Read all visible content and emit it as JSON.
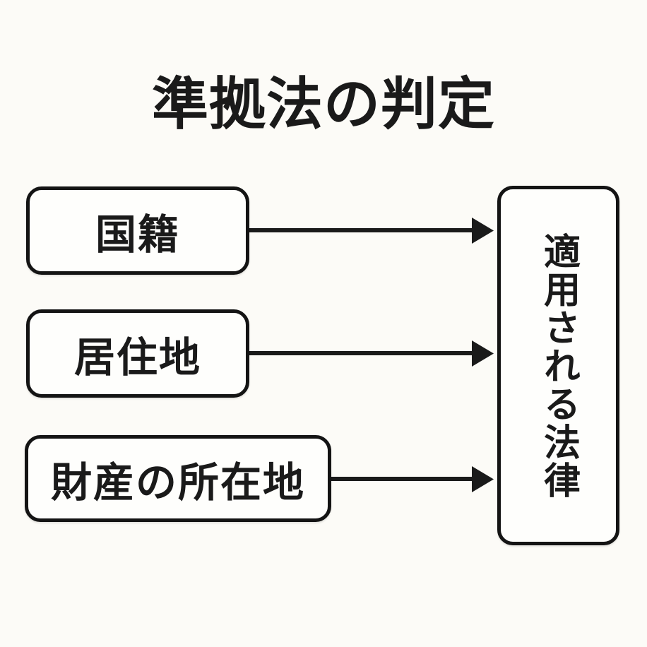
{
  "title": "準拠法の判定",
  "diagram": {
    "sources": [
      {
        "label": "国籍"
      },
      {
        "label": "居住地"
      },
      {
        "label": "財産の所在地"
      }
    ],
    "target": {
      "label": "適用される法律"
    },
    "arrows": [
      {
        "from": "国籍",
        "to": "適用される法律"
      },
      {
        "from": "居住地",
        "to": "適用される法律"
      },
      {
        "from": "財産の所在地",
        "to": "適用される法律"
      }
    ]
  },
  "colors": {
    "background": "#fcfbf7",
    "box_fill": "#fefefc",
    "stroke": "#1a1a1a",
    "text": "#1a1a1a"
  }
}
